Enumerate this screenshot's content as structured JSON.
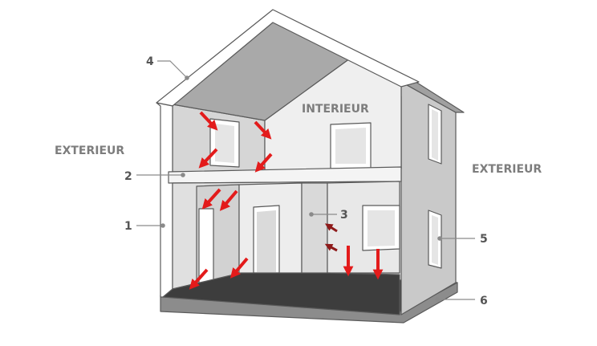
{
  "labels": {
    "exterior_left": "EXTERIEUR",
    "exterior_right": "EXTERIEUR",
    "interior": "INTERIEUR"
  },
  "callouts": [
    {
      "id": "1",
      "text": "1"
    },
    {
      "id": "2",
      "text": "2"
    },
    {
      "id": "3",
      "text": "3"
    },
    {
      "id": "4",
      "text": "4"
    },
    {
      "id": "5",
      "text": "5"
    },
    {
      "id": "6",
      "text": "6"
    }
  ],
  "colors": {
    "arrow_red": "#e31b1b",
    "arrow_dark_red": "#8e1a1a",
    "wall_light": "#ededed",
    "wall_mid": "#d4d4d4",
    "wall_dark": "#c6c6c6",
    "floor": "#3d3d3d",
    "slab": "#8c8c8c",
    "roof_underside": "#a9a9a9"
  }
}
